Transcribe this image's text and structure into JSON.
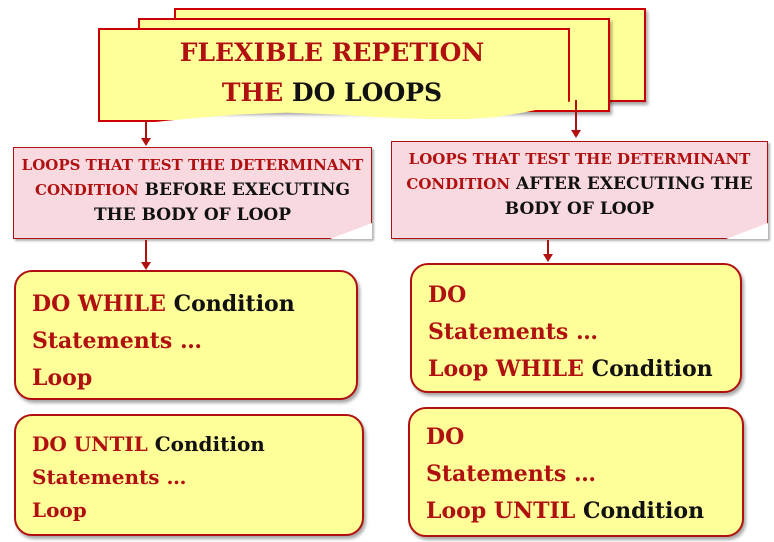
{
  "title": {
    "line1": "FLEXIBLE REPETION",
    "line2_red": "THE",
    "line2_black": "DO LOOPS"
  },
  "left": {
    "note": {
      "line1_red": "LOOPS THAT TEST THE DETERMINANT",
      "line2_red": "CONDITION",
      "line2_black": "BEFORE EXECUTING",
      "line3_black": "THE BODY OF LOOP"
    },
    "box1": {
      "l1_red": "DO WHILE",
      "l1_black": "Condition",
      "l2_red": "Statements …",
      "l3_red": "Loop"
    },
    "box2": {
      "l1_red": "DO UNTIL",
      "l1_black": "Condition",
      "l2_red": "Statements …",
      "l3_red": "Loop"
    }
  },
  "right": {
    "note": {
      "line1_red": "LOOPS THAT TEST THE DETERMINANT",
      "line2_red": "CONDITION",
      "line2_black": "AFTER EXECUTING THE",
      "line3_black": "BODY OF LOOP"
    },
    "box1": {
      "l1_red": "DO",
      "l2_red": "Statements …",
      "l3_red": "Loop WHILE",
      "l3_black": "Condition"
    },
    "box2": {
      "l1_red": "DO",
      "l2_red": "Statements …",
      "l3_red": "Loop UNTIL",
      "l3_black": "Condition"
    }
  },
  "colors": {
    "accent_red": "#b01010",
    "note_fill": "#f9d9e0",
    "box_fill": "#ffff99"
  }
}
